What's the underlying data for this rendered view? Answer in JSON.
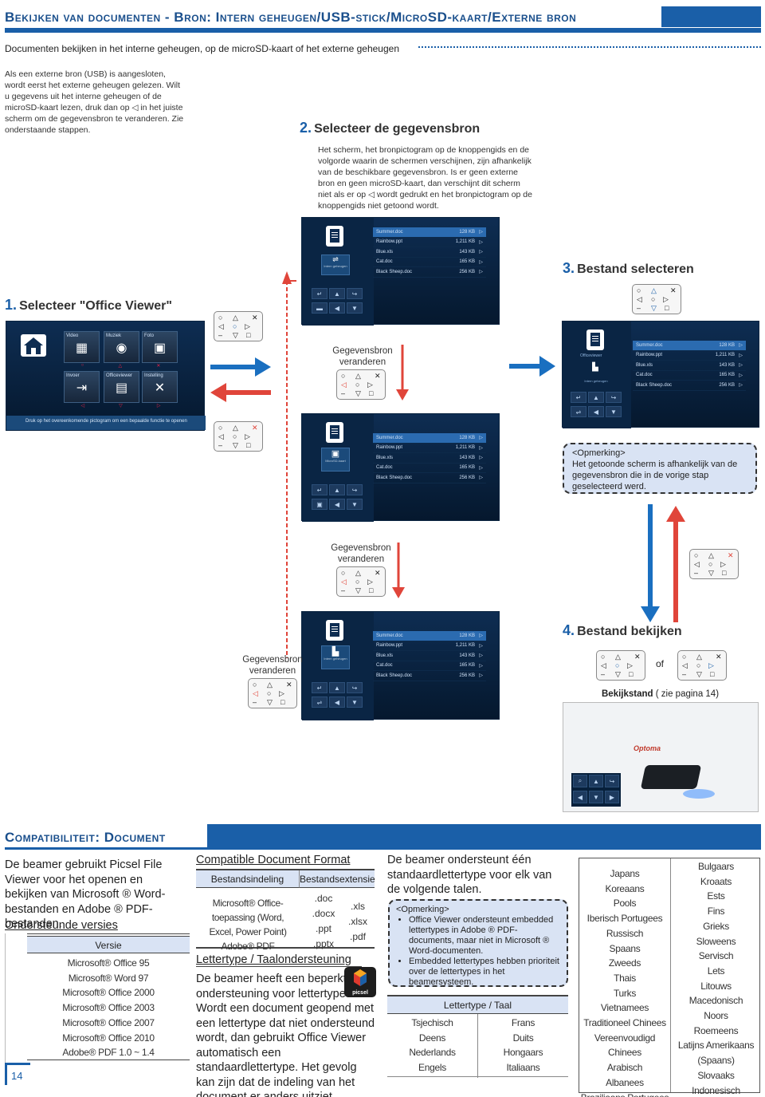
{
  "section1": {
    "title": "Bekijken van documenten - Bron: Intern geheugen/USB-stick/MicroSD-kaart/Externe bron",
    "subtitle": "Documenten bekijken in het interne geheugen, op de microSD-kaart of het externe geheugen",
    "intro": "Als een externe bron (USB) is aangesloten, wordt eerst het externe geheugen gelezen. Wilt u gegevens uit het interne geheugen of de microSD-kaart lezen, druk dan op ◁ in het juiste scherm om de gegevensbron te veranderen. Zie onderstaande stappen."
  },
  "step1": {
    "num": "1.",
    "title": "Selecteer \"Office Viewer\""
  },
  "step2": {
    "num": "2.",
    "title": "Selecteer de gegevensbron",
    "body": "Het scherm, het bronpictogram op de knoppengids en de volgorde waarin de schermen verschijnen, zijn afhankelijk van de beschikbare gegevensbron. Is er geen externe bron en geen microSD-kaart, dan verschijnt dit scherm niet als er op ◁ wordt gedrukt en het bronpictogram op de knoppengids niet getoond wordt."
  },
  "step3": {
    "num": "3.",
    "title": "Bestand selecteren"
  },
  "step4": {
    "num": "4.",
    "title": "Bestand bekijken",
    "or": "of",
    "mode_label": "Bekijkstand",
    "mode_ref": "( zie pagina 14)"
  },
  "home_menu": {
    "row1": [
      "Video",
      "Muziek",
      "Foto"
    ],
    "row2": [
      "Invoer",
      "Officeviewer",
      "Instelling"
    ],
    "hint": "Druk op het overeenkomende pictogram om een bepaalde functie te openen"
  },
  "files": [
    {
      "name": "Summer.doc",
      "size": "128 KB"
    },
    {
      "name": "Rainbow.ppt",
      "size": "1,211 KB"
    },
    {
      "name": "Blue.xls",
      "size": "143 KB"
    },
    {
      "name": "Cat.doc",
      "size": "165 KB"
    },
    {
      "name": "Black Sheep.doc",
      "size": "256 KB"
    }
  ],
  "source_labels": {
    "intern": "Intern geheugen",
    "microsd": "MicroSD-kaart",
    "officeviewer": "Officeviewer"
  },
  "change_source": "Gegevensbron veranderen",
  "note1": {
    "title": "<Opmerking>",
    "text": "Het getoonde scherm is afhankelijk van de gegevensbron die in de vorige stap geselecteerd werd."
  },
  "brand": "Optoma",
  "page_number": "14",
  "section2": {
    "title": "Compatibiliteit: Document",
    "intro": "De beamer gebruikt Picsel File Viewer voor het openen en bekijken van Microsoft ® Word-bestanden en Adobe ® PDF-bestanden.",
    "supported_heading": "Ondersteunde versies",
    "versions_head": "Versie",
    "versions": [
      "Microsoft® Office 95",
      "Microsoft® Word 97",
      "Microsoft® Office 2000",
      "Microsoft® Office 2003",
      "Microsoft® Office 2007",
      "Microsoft® Office 2010",
      "Adobe® PDF 1.0 ~ 1.4"
    ],
    "format_heading": "Compatible Document Format",
    "format_col1": "Bestandsindeling",
    "format_col2": "Bestandsextensie",
    "format_app": "Microsoft® Office-toepassing (Word, Excel, Power Point) Adobe® PDF",
    "ext_col_a": [
      ".doc",
      ".docx",
      ".ppt",
      ".pptx"
    ],
    "ext_col_b": [
      ".xls",
      ".xlsx",
      ".pdf"
    ],
    "font_heading": "Lettertype / Taalondersteuning",
    "font_text": "De beamer heeft een beperkte ondersteuning voor lettertypes. Wordt een document geopend met een lettertype dat niet ondersteund wordt, dan gebruikt Office Viewer automatisch een standaardlettertype. Het gevolg kan zijn dat de indeling van het document er anders uitziet.",
    "picsel_logo": "picsel",
    "lang_intro": "De beamer ondersteunt één standaardlettertype voor elk van de volgende talen.",
    "note_title": "<Opmerking>",
    "note_items": [
      "Office Viewer ondersteunt embedded lettertypes in Adobe ® PDF-documents, maar niet in Microsoft ® Word-documenten.",
      "Embedded lettertypes hebben prioriteit over de lettertypes in het beamersysteem."
    ],
    "lang_table_head": "Lettertype / Taal",
    "lang_table_col1": [
      "Tsjechisch",
      "Deens",
      "Nederlands",
      "Engels"
    ],
    "lang_table_col2": [
      "Frans",
      "Duits",
      "Hongaars",
      "Italiaans"
    ],
    "lang_col3": [
      "Japans",
      "Koreaans",
      "Pools",
      "Iberisch Portugees",
      "Russisch",
      "Spaans",
      "Zweeds",
      "Thais",
      "Turks",
      "Vietnamees",
      "Traditioneel Chinees",
      "Vereenvoudigd Chinees",
      "Arabisch",
      "Albanees",
      "Braziliaans Portugees"
    ],
    "lang_col4": [
      "Bulgaars",
      "Kroaats",
      "Ests",
      "Fins",
      "Grieks",
      "Sloweens",
      "Servisch",
      "Lets",
      "Litouws",
      "Macedonisch",
      "Noors",
      "Roemeens",
      "Latijns Amerikaans (Spaans)",
      "Slovaaks",
      "Indonesisch"
    ]
  },
  "colors": {
    "accent": "#1a5fa8",
    "arrow_blue": "#1a6fc0",
    "arrow_red": "#e0453a",
    "note_bg": "#d9e3f4"
  }
}
